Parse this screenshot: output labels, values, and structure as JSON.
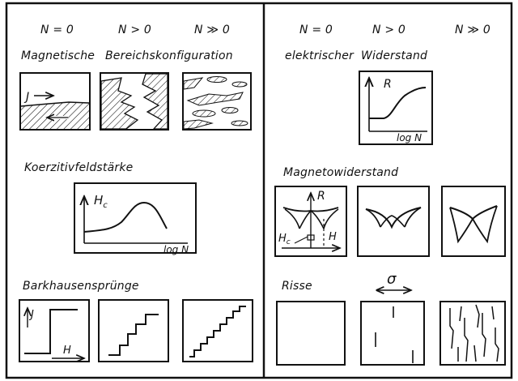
{
  "left_panel": {
    "headers": [
      "N = 0",
      "N > 0",
      "N ≫ 0"
    ],
    "section1_title_a": "Magnetische",
    "section1_title_b": "Bereichskonfiguration",
    "section2_title": "Koerzitivfeldstärke",
    "section3_title": "Barkhausensprünge",
    "plot_labels": {
      "j_symbol": "J",
      "hc_axis": "H",
      "hc_sub": "c",
      "log_n": "log N",
      "h_axis": "H"
    }
  },
  "right_panel": {
    "headers": [
      "N = 0",
      "N > 0",
      "N ≫ 0"
    ],
    "section1_title_a": "elektrischer",
    "section1_title_b": "Widerstand",
    "section2_title": "Magnetowiderstand",
    "section3_title": "Risse",
    "plot_labels": {
      "r_axis": "R",
      "log_n": "log N",
      "hc_label": "H",
      "hc_sub": "c",
      "h_axis": "H",
      "sigma": "σ"
    }
  }
}
